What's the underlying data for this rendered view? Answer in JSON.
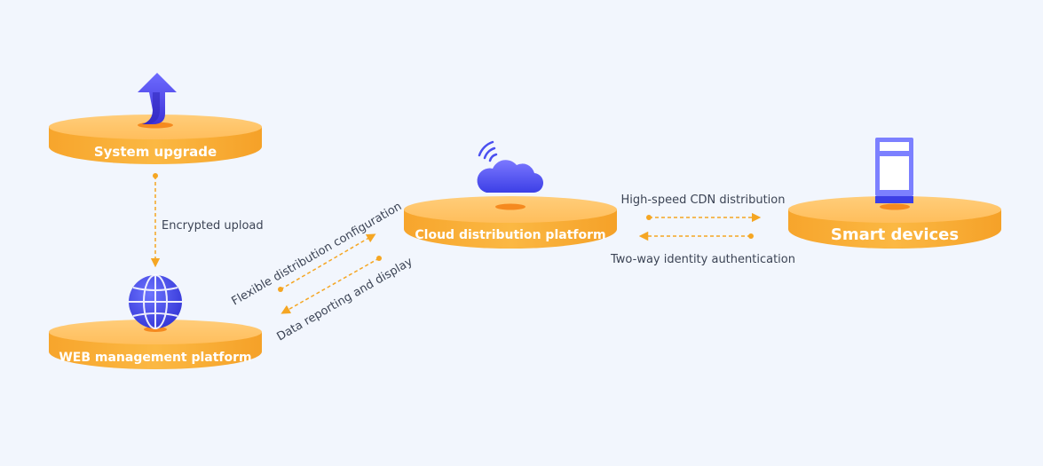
{
  "platforms": {
    "system_upgrade": "System upgrade",
    "web_management": "WEB management platform",
    "cloud_distribution": "Cloud distribution platform",
    "smart_devices": "Smart devices"
  },
  "edges": {
    "encrypted_upload": "Encrypted upload",
    "flexible_distribution": "Flexible distribution configuration",
    "data_reporting": "Data reporting and display",
    "cdn_distribution": "High-speed CDN distribution",
    "identity_auth": "Two-way identity authentication"
  },
  "icons": {
    "system_upgrade": "upload-arrow-icon",
    "web_management": "globe-icon",
    "cloud_distribution": "cloud-signal-icon",
    "smart_devices": "device-terminal-icon"
  },
  "colors": {
    "platform_top": "#ffc466",
    "platform_side": "#f9ac32",
    "icon_blue": "#4a4ff0",
    "arrow": "#f5a623"
  }
}
